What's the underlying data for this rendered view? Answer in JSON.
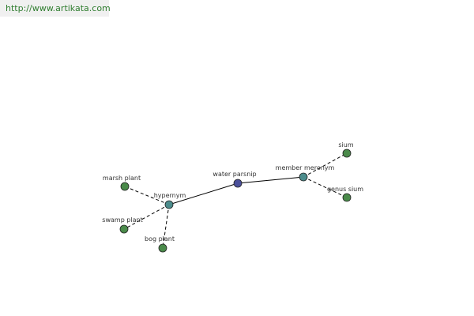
{
  "site_url": "http://www.artikata.com",
  "colors": {
    "center": "#4a4f9a",
    "relation": "#4c8c8c",
    "leaf": "#4a8a4a",
    "edge": "#000000",
    "url_text": "#2f7d2f"
  },
  "graph": {
    "nodes": [
      {
        "id": "water-parsnip",
        "label": "water parsnip",
        "kind": "center"
      },
      {
        "id": "hypernym",
        "label": "hypernym",
        "kind": "relation"
      },
      {
        "id": "member-meronym",
        "label": "member meronym",
        "kind": "relation"
      },
      {
        "id": "marsh-plant",
        "label": "marsh plant",
        "kind": "leaf"
      },
      {
        "id": "swamp-plant",
        "label": "swamp plant",
        "kind": "leaf"
      },
      {
        "id": "bog-plant",
        "label": "bog plant",
        "kind": "leaf"
      },
      {
        "id": "sium",
        "label": "sium",
        "kind": "leaf"
      },
      {
        "id": "genus-sium",
        "label": "genus sium",
        "kind": "leaf"
      }
    ],
    "edges": [
      {
        "from": "water-parsnip",
        "to": "hypernym",
        "style": "solid"
      },
      {
        "from": "water-parsnip",
        "to": "member-meronym",
        "style": "solid"
      },
      {
        "from": "hypernym",
        "to": "marsh-plant",
        "style": "dashed"
      },
      {
        "from": "hypernym",
        "to": "swamp-plant",
        "style": "dashed"
      },
      {
        "from": "hypernym",
        "to": "bog-plant",
        "style": "dashed"
      },
      {
        "from": "member-meronym",
        "to": "sium",
        "style": "dashed"
      },
      {
        "from": "member-meronym",
        "to": "genus-sium",
        "style": "dashed"
      }
    ]
  }
}
